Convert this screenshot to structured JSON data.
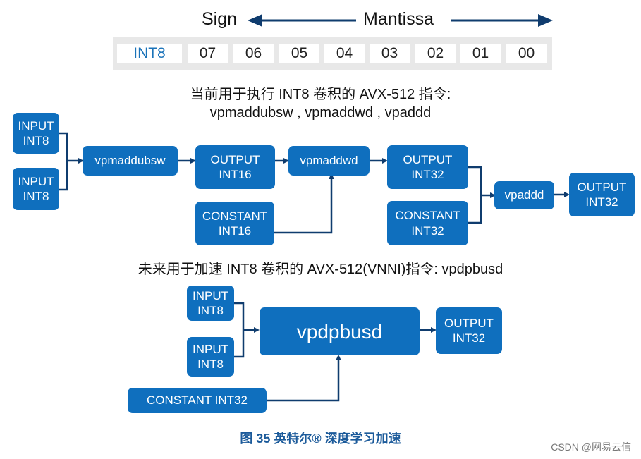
{
  "header": {
    "sign": "Sign",
    "mantissa": "Mantissa"
  },
  "bits": [
    "INT8",
    "07",
    "06",
    "05",
    "04",
    "03",
    "02",
    "01",
    "00"
  ],
  "current": {
    "title": "当前用于执行 INT8 卷积的 AVX-512 指令:",
    "subtitle": "vpmaddubsw , vpmaddwd , vpaddd",
    "input1": [
      "INPUT",
      "INT8"
    ],
    "input2": [
      "INPUT",
      "INT8"
    ],
    "op1": "vpmaddubsw",
    "out16": [
      "OUTPUT",
      "INT16"
    ],
    "const16": [
      "CONSTANT",
      "INT16"
    ],
    "op2": "vpmaddwd",
    "out32": [
      "OUTPUT",
      "INT32"
    ],
    "const32": [
      "CONSTANT",
      "INT32"
    ],
    "op3": "vpaddd",
    "final": [
      "OUTPUT",
      "INT32"
    ]
  },
  "future": {
    "title": "未来用于加速 INT8 卷积的 AVX-512(VNNI)指令: vpdpbusd",
    "input1": [
      "INPUT",
      "INT8"
    ],
    "input2": [
      "INPUT",
      "INT8"
    ],
    "op": "vpdpbusd",
    "output": [
      "OUTPUT",
      "INT32"
    ],
    "constant": "CONSTANT INT32"
  },
  "caption": "图 35 英特尔® 深度学习加速",
  "watermark": "CSDN @网易云信",
  "colors": {
    "box": "#0f6fbe",
    "arrow": "#0f3c6e",
    "caption": "#1b5a9a",
    "bitbar": "#e8e8e8"
  }
}
